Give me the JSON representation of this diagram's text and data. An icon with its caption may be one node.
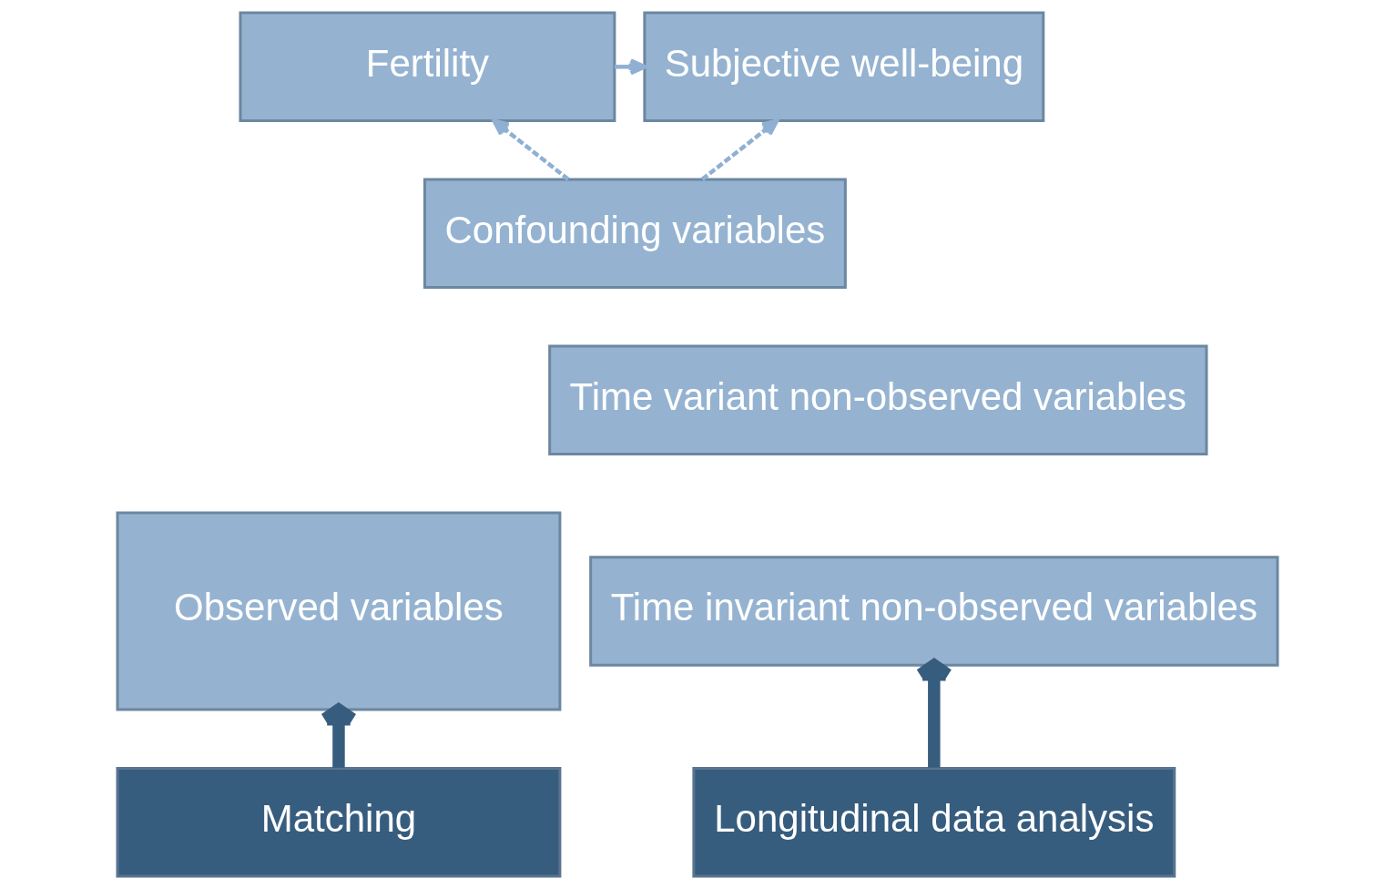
{
  "diagram": {
    "nodes": [
      {
        "text": [
          "Fertility"
        ]
      },
      {
        "text": [
          "Subjective well-being"
        ]
      },
      {
        "text": [
          "Confounding variables"
        ]
      },
      {
        "text": [
          "Observed variables"
        ]
      },
      {
        "text": [
          "Time variant non-observed variables"
        ]
      },
      {
        "text": [
          "Time invariant non-observed variables"
        ]
      },
      {
        "text": [
          "Matching"
        ]
      },
      {
        "text": [
          "Longitudinal data analysis"
        ]
      }
    ],
    "edges": [
      {
        "from": 0,
        "to": 1,
        "arrow": "to"
      },
      {
        "from": 2,
        "to": 0,
        "arrow": "to",
        "style": "dashed"
      },
      {
        "from": 2,
        "to": 1,
        "arrow": "to",
        "style": "dashed"
      },
      {
        "from": 6,
        "to": 3,
        "arrow": "to",
        "style": "thick",
        "color": "#375d7e"
      },
      {
        "from": 7,
        "to": 5,
        "arrow": "to",
        "style": "thick",
        "color": "#375d7e"
      }
    ]
  }
}
